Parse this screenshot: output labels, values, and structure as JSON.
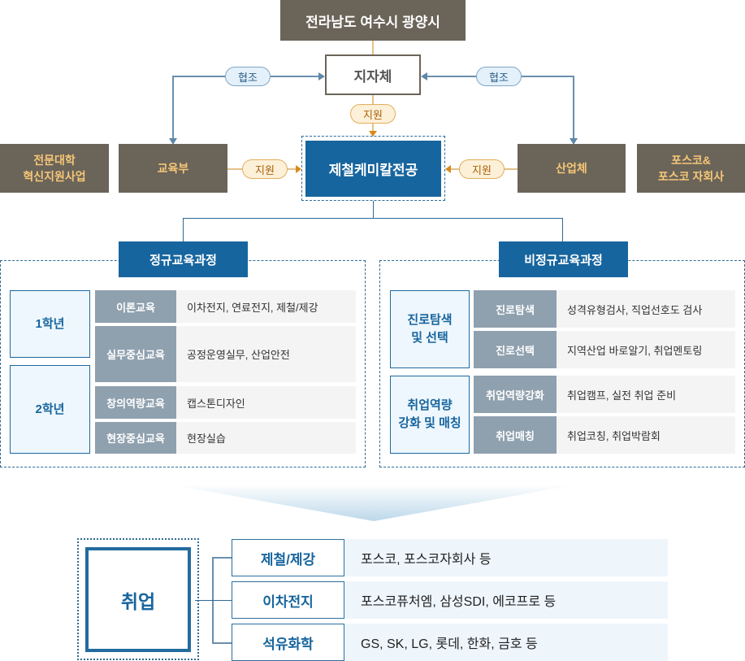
{
  "top": {
    "region": "전라남도 여수시 광양시",
    "local_gov": "지자체",
    "main": "제철케미칼전공"
  },
  "partners": {
    "left_outer": [
      "전문대학",
      "혁신지원사업"
    ],
    "left": "교육부",
    "right": "산업체",
    "right_outer": [
      "포스코&",
      "포스코 자회사"
    ]
  },
  "pills": {
    "cooperate": "협조",
    "support": "지원"
  },
  "regular": {
    "title": "정규교육과정",
    "groups": [
      {
        "label": "1학년"
      },
      {
        "label": "2학년"
      }
    ],
    "rows": [
      {
        "label": "이론교육",
        "value": "이차전지, 연료전지, 제철/제강"
      },
      {
        "label": "실무중심교육",
        "value": "공정운영실무, 산업안전"
      },
      {
        "label": "창의역량교육",
        "value": "캡스톤디자인"
      },
      {
        "label": "현장중심교육",
        "value": "현장실습"
      }
    ]
  },
  "irregular": {
    "title": "비정규교육과정",
    "groups": [
      {
        "label": [
          "진로탐색",
          "및 선택"
        ]
      },
      {
        "label": [
          "취업역량",
          "강화 및 매칭"
        ]
      }
    ],
    "rows": [
      {
        "label": "진로탐색",
        "value": "성격유형검사, 직업선호도 검사"
      },
      {
        "label": "진로선택",
        "value": "지역산업 바로알기, 취업멘토링"
      },
      {
        "label": "취업역량강화",
        "value": "취업캠프, 실전 취업 준비"
      },
      {
        "label": "취업매칭",
        "value": "취업코칭, 취업박람회"
      }
    ]
  },
  "employment": {
    "title": "취업",
    "items": [
      {
        "category": "제철/제강",
        "companies": "포스코, 포스코자회사 등"
      },
      {
        "category": "이차전지",
        "companies": "포스코퓨처엠, 삼성SDI, 에코프로 등"
      },
      {
        "category": "석유화학",
        "companies": "GS, SK, LG, 롯데, 한화, 금호 등"
      }
    ]
  },
  "colors": {
    "brown": "#6b6459",
    "blue": "#17659e",
    "gold": "#f5c777"
  }
}
